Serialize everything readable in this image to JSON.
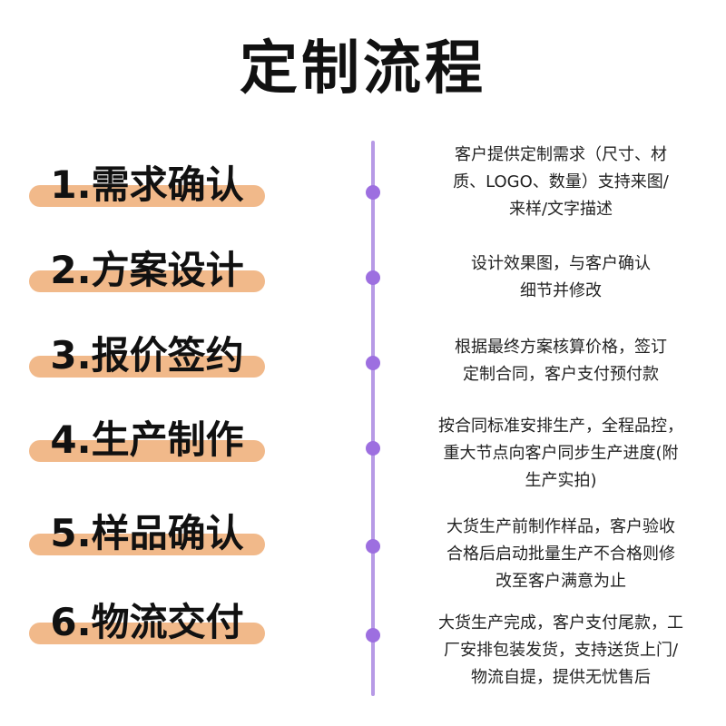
{
  "title": "定制流程",
  "colors": {
    "timeline": "#b79ae6",
    "dot": "#9d6fe0",
    "highlight": "#f1b98a",
    "text": "#111111"
  },
  "steps": [
    {
      "label": "1.需求确认",
      "desc_lines": [
        "客户提供定制需求（尺寸、材",
        "质、LOGO、数量）支持来图/",
        "来样/文字描述"
      ]
    },
    {
      "label": "2.方案设计",
      "desc_lines": [
        "设计效果图，与客户确认",
        "细节并修改"
      ]
    },
    {
      "label": "3.报价签约",
      "desc_lines": [
        "根据最终方案核算价格，签订",
        "定制合同，客户支付预付款"
      ]
    },
    {
      "label": "4.生产制作",
      "desc_lines": [
        "按合同标准安排生产，全程品控，",
        "重大节点向客户同步生产进度(附",
        "生产实拍)"
      ]
    },
    {
      "label": "5.样品确认",
      "desc_lines": [
        "大货生产前制作样品，客户验收",
        "合格后启动批量生产不合格则修",
        "改至客户满意为止"
      ]
    },
    {
      "label": "6.物流交付",
      "desc_lines": [
        "大货生产完成，客户支付尾款，工",
        "厂安排包装发货，支持送货上门/",
        "物流自提，提供无忧售后"
      ]
    }
  ]
}
